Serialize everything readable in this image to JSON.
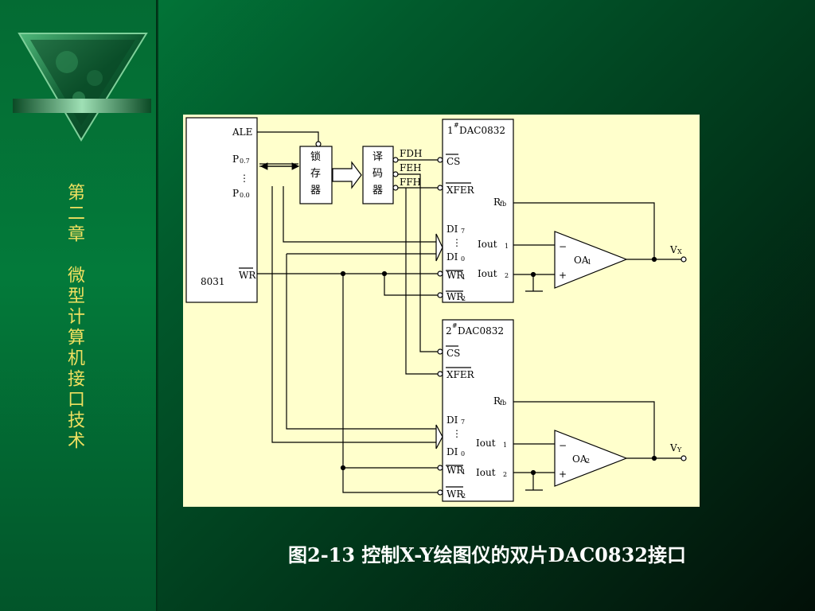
{
  "sidebar": {
    "chapter_title": "第二章　微型计算机接口技术"
  },
  "caption": "图2-13  控制X-Y绘图仪的双片DAC0832接口",
  "diagram": {
    "cpu": {
      "name": "8031",
      "ale": "ALE",
      "p07": "P",
      "p07_sub": "0.7",
      "p00": "P",
      "p00_sub": "0.0",
      "wr": "WR",
      "dots": "⋮"
    },
    "latch": {
      "chars": [
        "锁",
        "存",
        "器"
      ]
    },
    "decoder": {
      "chars": [
        "译",
        "码",
        "器"
      ],
      "outputs": [
        "FDH",
        "FEH",
        "FFH"
      ]
    },
    "dac1": {
      "title": "1",
      "title_sup": "#",
      "title_name": "DAC0832",
      "cs": "CS",
      "xfer": "XFER",
      "rfb": "R",
      "rfb_sub": "fb",
      "di7": "DI",
      "di7_sub": "7",
      "di0": "DI",
      "di0_sub": "0",
      "dots": "⋮",
      "wr1": "WR",
      "wr1_sub": "1",
      "wr2": "WR",
      "wr2_sub": "2",
      "iout1": "Iout",
      "iout1_sub": "1",
      "iout2": "Iout",
      "iout2_sub": "2"
    },
    "dac2": {
      "title": "2",
      "title_sup": "#",
      "title_name": "DAC0832",
      "cs": "CS",
      "xfer": "XFER",
      "rfb": "R",
      "rfb_sub": "fb",
      "di7": "DI",
      "di7_sub": "7",
      "di0": "DI",
      "di0_sub": "0",
      "dots": "⋮",
      "wr1": "WR",
      "wr1_sub": "1",
      "wr2": "WR",
      "wr2_sub": "2",
      "iout1": "Iout",
      "iout1_sub": "1",
      "iout2": "Iout",
      "iout2_sub": "2"
    },
    "opamp1": {
      "name": "OA",
      "name_sub": "1",
      "minus": "−",
      "plus": "+"
    },
    "opamp2": {
      "name": "OA",
      "name_sub": "2",
      "minus": "−",
      "plus": "+"
    },
    "out1": {
      "name": "V",
      "name_sub": "X"
    },
    "out2": {
      "name": "V",
      "name_sub": "Y"
    }
  },
  "colors": {
    "chapter_text": "#f0e060",
    "panel_bg": "#ffffcc",
    "caption_text": "#ffffff"
  }
}
